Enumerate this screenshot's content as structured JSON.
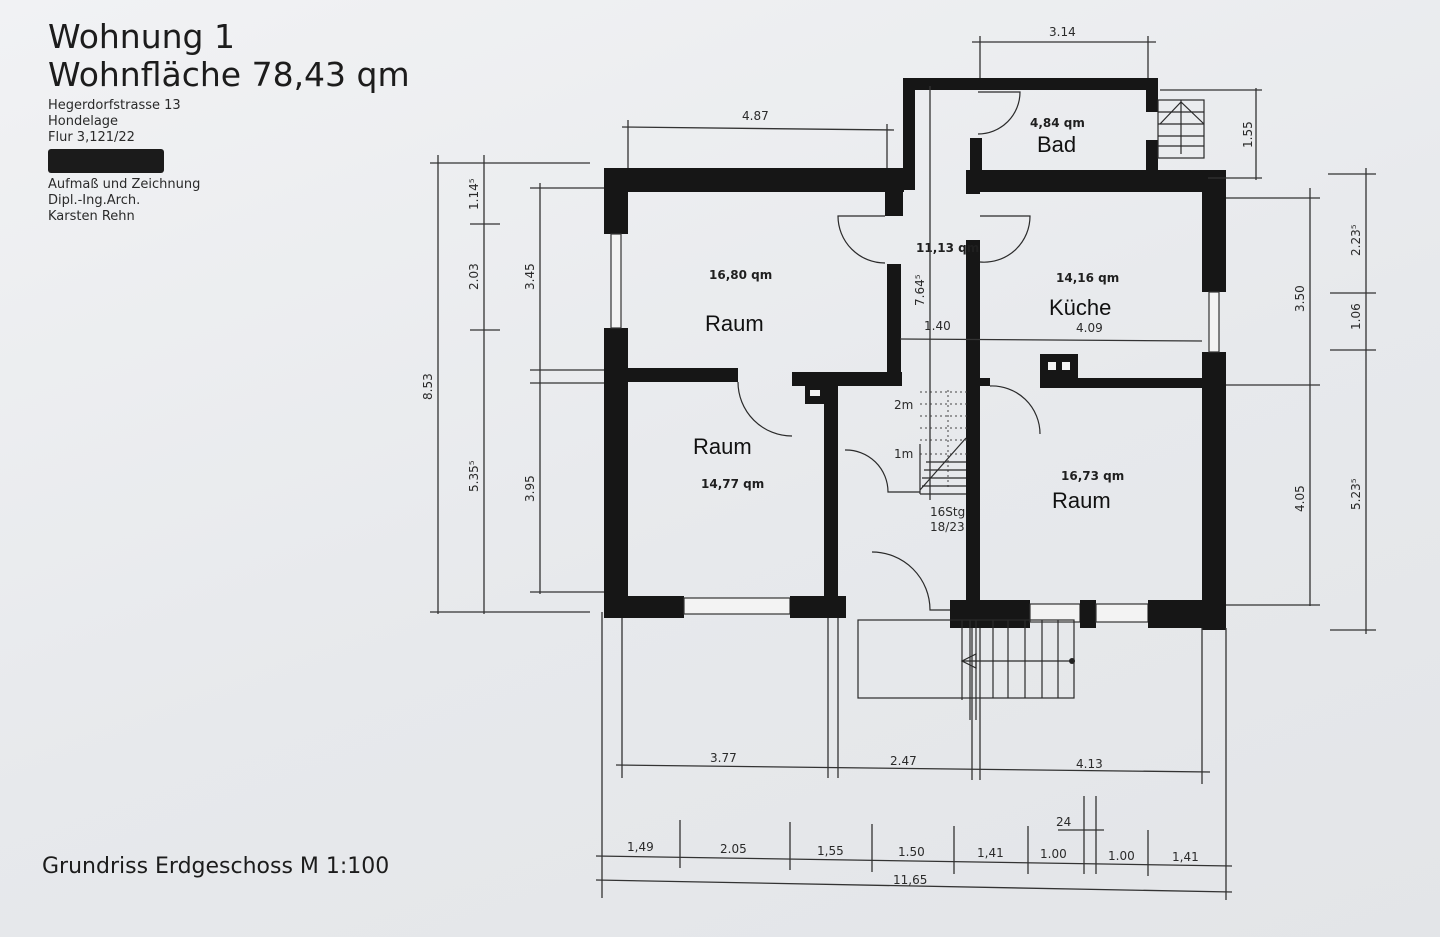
{
  "header": {
    "title": "Wohnung 1",
    "living_area": "Wohnfläche 78,43 qm",
    "address_lines": [
      "Hegerdorfstrasse 13",
      "Hondelage",
      "Flur 3,121/22"
    ],
    "credits_lines": [
      "Aufmaß und Zeichnung",
      "Dipl.-Ing.Arch.",
      "Karsten Rehn"
    ]
  },
  "caption": "Grundriss Erdgeschoss M 1:100",
  "rooms": [
    {
      "name": "Bad",
      "area": "4,84 qm"
    },
    {
      "name": "",
      "area": "11,13 qm"
    },
    {
      "name": "Raum",
      "area": "16,80 qm"
    },
    {
      "name": "Küche",
      "area": "14,16 qm"
    },
    {
      "name": "Raum",
      "area": "14,77 qm"
    },
    {
      "name": "Raum",
      "area": "16,73 qm"
    }
  ],
  "stairs": {
    "level_2": "2m",
    "level_1": "1m",
    "steps": "16Stg",
    "ratio": "18/23"
  },
  "dimensions": {
    "top": {
      "bad_width": "3.14",
      "left_room_width": "4.87",
      "bad_depth": "1.55"
    },
    "interior": {
      "hall_height": "7.64⁵",
      "hall_width": "1.40",
      "kitchen_width": "4.09"
    },
    "left": {
      "total": "8.53",
      "seg_a": "1.14⁵",
      "seg_b": "2.03",
      "seg_c": "5.35⁵",
      "room_top": "3.45",
      "room_bottom": "3.95"
    },
    "right": {
      "kitchen_h": "3.50",
      "room_h": "4.05",
      "seg_a": "2.23⁵",
      "seg_b": "1.06",
      "seg_c": "5.23⁵"
    },
    "bottom_rooms": [
      "3.77",
      "2.47",
      "4.13"
    ],
    "bottom_segments": [
      "1,49",
      "2.05",
      "1,55",
      "1.50",
      "1,41",
      "1.00",
      "24",
      "1.00",
      "1,41"
    ],
    "bottom_total": "11,65"
  }
}
